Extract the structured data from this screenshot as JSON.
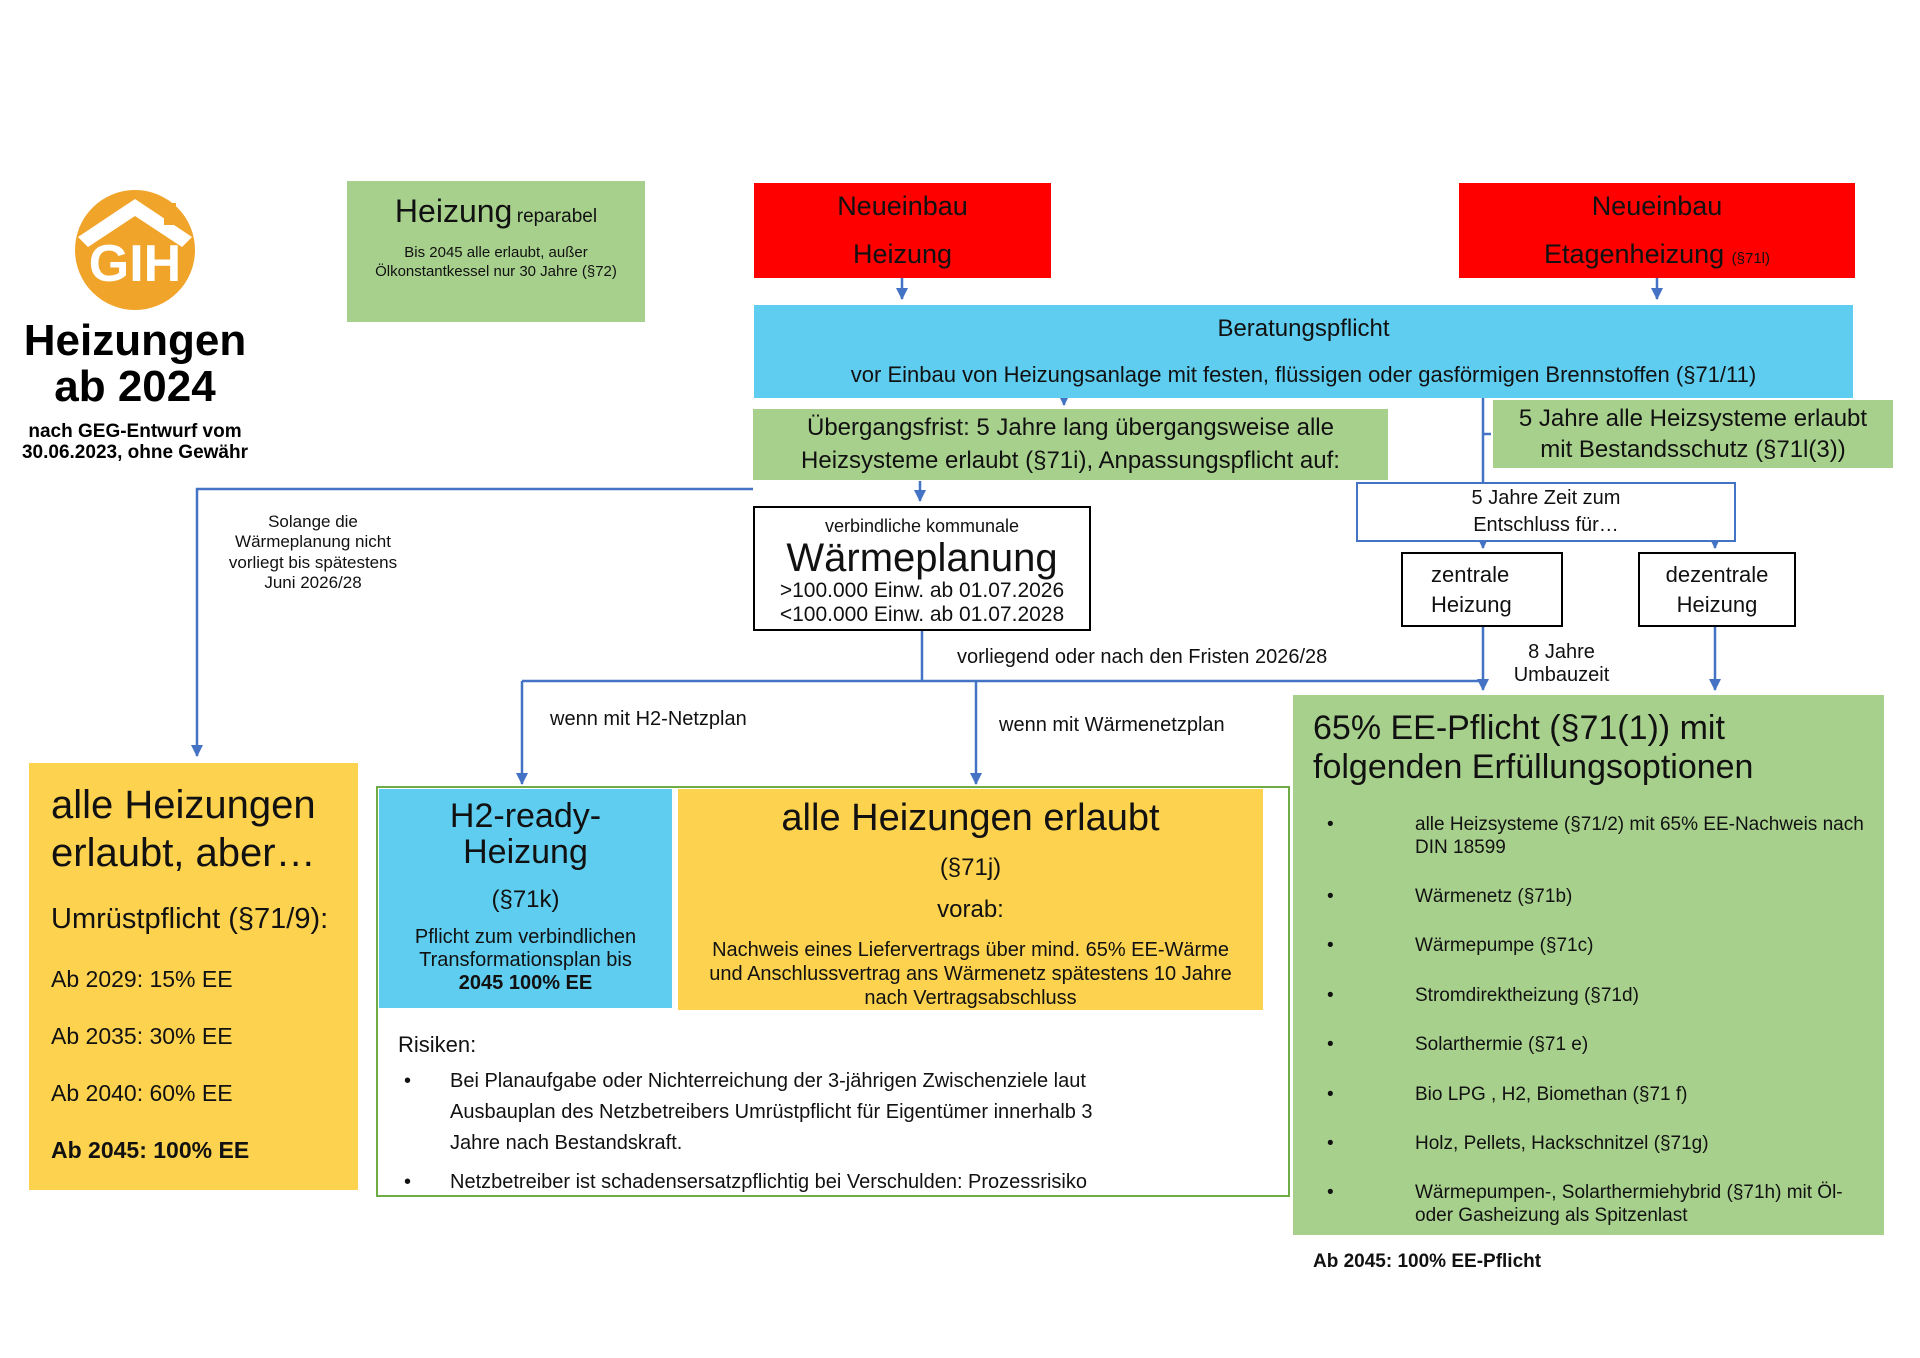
{
  "colors": {
    "box_green": "#a8d08d",
    "box_red": "#fe0000",
    "box_blue": "#5fcdf0",
    "box_yellow": "#fcd24f",
    "connector_blue": "#4472c4",
    "risk_border_green": "#6fac46",
    "logo_orange": "#f0a42a"
  },
  "chars": {
    "bullet": "•"
  },
  "logo": {
    "text": "GIH"
  },
  "header": {
    "title_line1": "Heizungen",
    "title_line2": "ab 2024",
    "subtitle_line1": "nach GEG-Entwurf vom",
    "subtitle_line2": "30.06.2023, ohne Gewähr"
  },
  "reparabel": {
    "title": "Heizung",
    "title_suffix": "reparabel",
    "body": "Bis 2045 alle erlaubt, außer Ölkonstantkessel nur 30 Jahre (§72)"
  },
  "neueinbau_heizung": {
    "line1": "Neueinbau",
    "line2": "Heizung"
  },
  "neueinbau_etagenheizung": {
    "line1": "Neueinbau",
    "line2": "Etagenheizung",
    "suffix": "(§71l)"
  },
  "beratungspflicht": {
    "line1": "Beratungspflicht",
    "line2": "vor Einbau von Heizungsanlage mit festen, flüssigen oder gasförmigen Brennstoffen (§71/11)"
  },
  "uebergangsfrist": {
    "line1": "Übergangsfrist: 5 Jahre lang übergangsweise alle",
    "line2": "Heizsysteme erlaubt (§71i), Anpassungspflicht auf:"
  },
  "bestandsschutz": {
    "line1": "5 Jahre alle Heizsysteme erlaubt",
    "line2": "mit Bestandsschutz (§71l(3))"
  },
  "entschluss": {
    "line1": "5 Jahre Zeit zum",
    "line2": "Entschluss für…"
  },
  "zentrale_heizung": {
    "line1": "zentrale",
    "line2": "Heizung"
  },
  "dezentrale_heizung": {
    "line1": "dezentrale",
    "line2": "Heizung"
  },
  "waermeplanung": {
    "kicker": "verbindliche kommunale",
    "title": "Wärmeplanung",
    "line1": ">100.000 Einw. ab 01.07.2026",
    "line2": "<100.000 Einw. ab 01.07.2028"
  },
  "labels": {
    "solange": "Solange die Wärmeplanung nicht vorliegt bis spätestens Juni 2026/28",
    "vorliegend": "vorliegend oder nach den Fristen 2026/28",
    "acht_jahre": "8 Jahre Umbauzeit",
    "wenn_h2": "wenn mit H2-Netzplan",
    "wenn_waerme": "wenn mit Wärmenetzplan"
  },
  "alle_links": {
    "title": "alle Heizungen erlaubt, aber…",
    "subtitle": "Umrüstpflicht (§71/9):",
    "items": [
      "Ab 2029: 15% EE",
      "Ab 2035: 30% EE",
      "Ab 2040: 60% EE"
    ],
    "item_bold": "Ab 2045: 100% EE"
  },
  "h2_ready": {
    "title": "H2-ready-Heizung",
    "paragraph": "(§71k)",
    "body": "Pflicht zum verbindlichen Transformationsplan bis",
    "body_bold": "2045 100% EE"
  },
  "alle_mitte": {
    "title": "alle Heizungen erlaubt",
    "paragraph": "(§71j)",
    "vorab": "vorab:",
    "body": "Nachweis eines Liefervertrags über mind. 65% EE-Wärme und Anschlussvertrag ans Wärmenetz spätestens 10 Jahre nach Vertragsabschluss"
  },
  "risiken": {
    "title": "Risiken:",
    "bullets": [
      "Bei Planaufgabe oder Nichterreichung der 3-jährigen Zwischenziele laut Ausbauplan des Netzbetreibers Umrüstpflicht für Eigentümer innerhalb 3 Jahre nach Bestandskraft.",
      "Netzbetreiber ist schadensersatzpflichtig bei Verschulden: Prozessrisiko"
    ]
  },
  "ee_pflicht": {
    "title": "65% EE-Pflicht (§71(1)) mit folgenden Erfüllungsoptionen",
    "bullets": [
      "alle Heizsysteme (§71/2) mit 65% EE-Nachweis nach DIN 18599",
      "Wärmenetz (§71b)",
      "Wärmepumpe (§71c)",
      "Stromdirektheizung (§71d)",
      "Solarthermie (§71 e)",
      "Bio LPG , H2, Biomethan (§71 f)",
      "Holz, Pellets, Hackschnitzel (§71g)",
      "Wärmepumpen-, Solarthermiehybrid (§71h) mit Öl- oder Gasheizung als Spitzenlast"
    ],
    "footer": "Ab 2045: 100% EE-Pflicht"
  }
}
